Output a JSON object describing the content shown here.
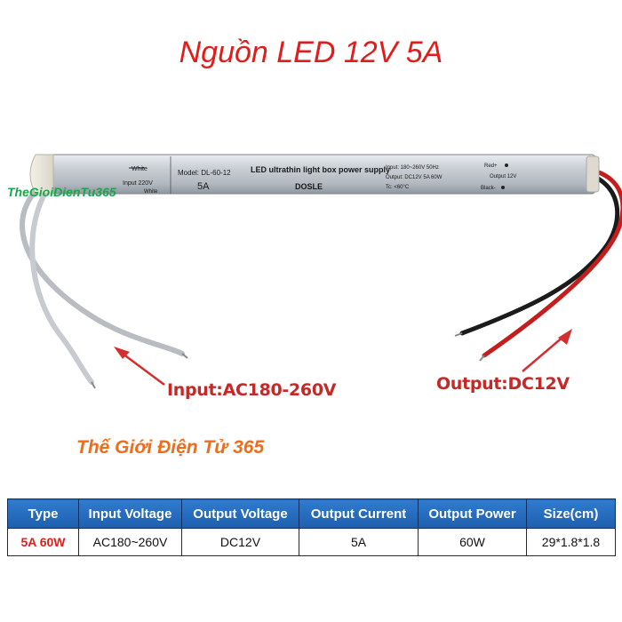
{
  "title": "Nguồn LED 12V 5A",
  "watermark": "TheGioiDienTu365",
  "brand": "Thế Giới Điện Tử 365",
  "labels": {
    "input": "Input:AC180-260V",
    "output": "Output:DC12V"
  },
  "device_label": {
    "model": "Model: DL-60-12",
    "current": "5A",
    "heading": "LED ultrathin light box power supply",
    "maker": "DOSLE",
    "white_top": "White",
    "input_line": "Input  220V",
    "white_bottom": "White",
    "spec_input": "Input: 180~260V  50Hz",
    "spec_output": "Output: DC12V   5A   60W",
    "spec_temp": "Tc: <60°C",
    "red": "Red+",
    "out12": "Output  12V",
    "black": "Black-"
  },
  "table": {
    "headers": [
      "Type",
      "Input Voltage",
      "Output Voltage",
      "Output Current",
      "Output Power",
      "Size(cm)"
    ],
    "rows": [
      [
        "5A 60W",
        "AC180~260V",
        "DC12V",
        "5A",
        "60W",
        "29*1.8*1.8"
      ]
    ]
  },
  "colors": {
    "title": "#e21b1b",
    "arrow": "#d32f2f",
    "table_header": "#2f7bd0",
    "brand": "#ef6c1a"
  }
}
